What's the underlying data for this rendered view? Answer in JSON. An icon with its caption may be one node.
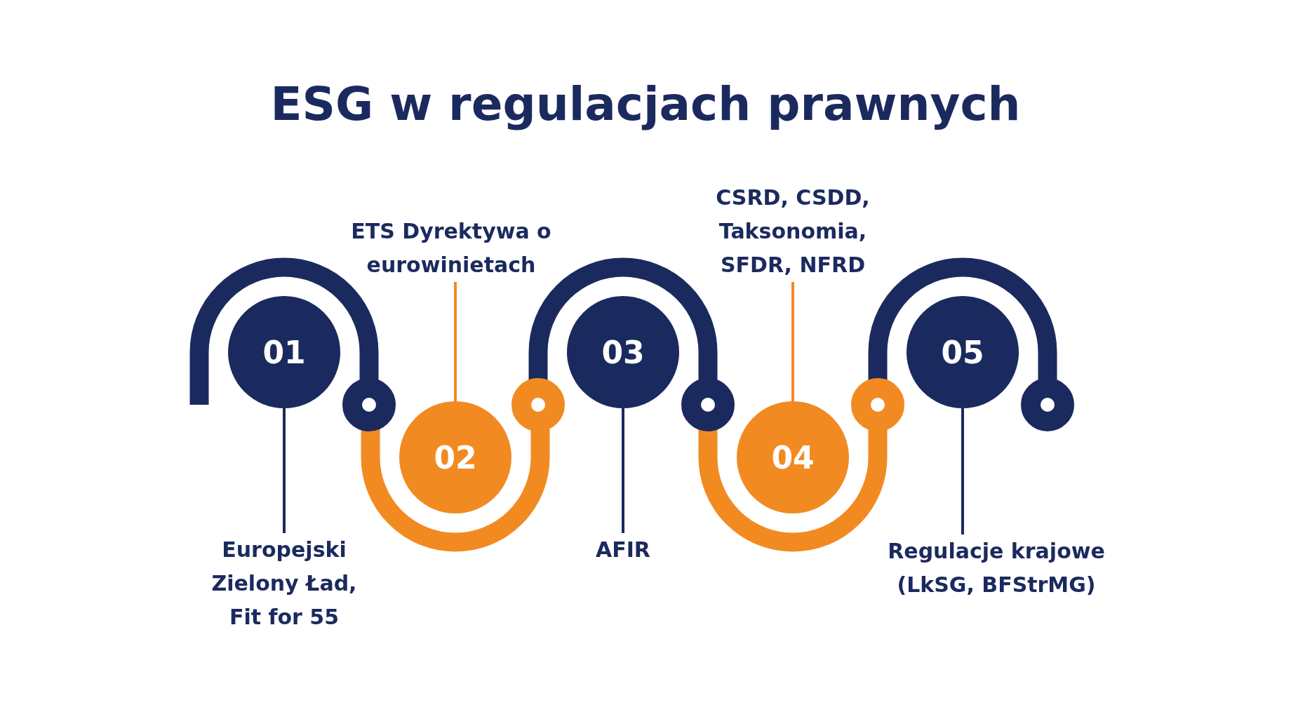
{
  "diagram": {
    "title": "ESG w regulacjach prawnych",
    "nodes": [
      {
        "text": [
          "01"
        ]
      },
      {
        "text": [
          "02"
        ]
      },
      {
        "text": [
          "03"
        ]
      },
      {
        "text": [
          "04"
        ]
      },
      {
        "text": [
          "05"
        ]
      },
      {
        "text": [
          "Europejski Zielony Ład, Fit for 55"
        ]
      },
      {
        "text": [
          "ETS Dyrektywa o eurowinietach"
        ]
      },
      {
        "text": [
          "AFIR"
        ]
      },
      {
        "text": [
          "CSRD, CSDD, Taksonomia, SFDR, NFRD"
        ]
      },
      {
        "text": [
          "Regulacje krajowe (LkSG, BFStrMG)"
        ]
      }
    ],
    "edges": [
      {
        "from": 0,
        "to": 5,
        "arrow": "none"
      },
      {
        "from": 1,
        "to": 6,
        "arrow": "none",
        "color": "#f28a22"
      },
      {
        "from": 2,
        "to": 7,
        "arrow": "none"
      },
      {
        "from": 3,
        "to": 8,
        "arrow": "none",
        "color": "#f28a22"
      },
      {
        "from": 4,
        "to": 9,
        "arrow": "none"
      }
    ]
  }
}
